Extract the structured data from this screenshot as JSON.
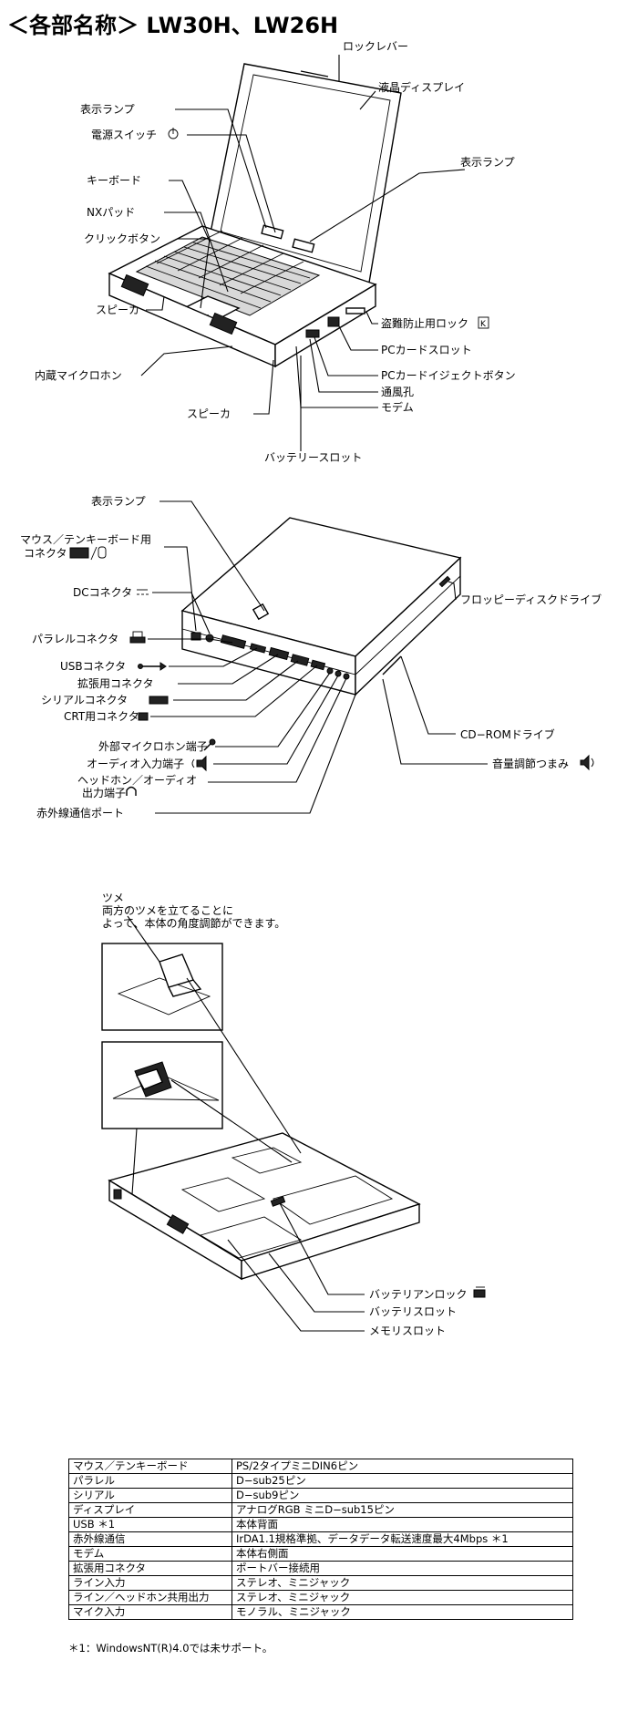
{
  "title": "＜各部名称＞ LW30H、LW26H",
  "figure1": {
    "labels": {
      "lock_lever": "ロックレバー",
      "lcd": "液晶ディスプレイ",
      "indicator_lamp_left": "表示ランプ",
      "power_switch": "電源スイッチ",
      "indicator_lamp_right": "表示ランプ",
      "keyboard": "キーボード",
      "nx_pad": "NXパッド",
      "click_button": "クリックボタン",
      "speaker_left": "スピーカ",
      "security_lock": "盗難防止用ロック",
      "pc_card_slot": "PCカードスロット",
      "pc_card_eject": "PCカードイジェクトボタン",
      "builtin_mic": "内蔵マイクロホン",
      "vent": "通風孔",
      "modem": "モデム",
      "speaker_bottom": "スピーカ",
      "battery_slot": "バッテリースロット"
    }
  },
  "figure2": {
    "labels": {
      "indicator_lamp": "表示ランプ",
      "mouse_connector_line1": "マウス／テンキーボード用",
      "mouse_connector_line2": "コネクタ",
      "dc_connector": "DCコネクタ",
      "floppy": "フロッピーディスクドライブ",
      "parallel": "パラレルコネクタ",
      "usb": "USBコネクタ",
      "expansion": "拡張用コネクタ",
      "serial": "シリアルコネクタ",
      "crt": "CRT用コネクタ",
      "cdrom": "CD−ROMドライブ",
      "volume": "音量調節つまみ",
      "ext_mic": "外部マイクロホン端子",
      "audio_in": "オーディオ入力端子",
      "headphone_line1": "ヘッドホン／オーディオ",
      "headphone_line2": "出力端子",
      "infrared": "赤外線通信ポート"
    }
  },
  "figure3": {
    "labels": {
      "tsume": "ツメ",
      "note_line1": "両方のツメを立てることに",
      "note_line2": "よって、本体の角度調節ができます。",
      "battery_unlock": "バッテリアンロック",
      "battery_slot": "バッテリスロット",
      "memory_slot": "メモリスロット"
    }
  },
  "spec_table": {
    "rows": [
      {
        "item": "マウス／テンキーボード",
        "spec": "PS/2タイプミニDIN6ピン"
      },
      {
        "item": "パラレル",
        "spec": "D−sub25ピン"
      },
      {
        "item": "シリアル",
        "spec": "D−sub9ピン"
      },
      {
        "item": "ディスプレイ",
        "spec": "アナログRGB ミニD−sub15ピン"
      },
      {
        "item": "USB ＊1",
        "spec": "本体背面"
      },
      {
        "item": "赤外線通信",
        "spec": "IrDA1.1規格準拠、データデータ転送速度最大4Mbps ＊1"
      },
      {
        "item": "モデム",
        "spec": "本体右側面"
      },
      {
        "item": "拡張用コネクタ",
        "spec": "ポートバー接続用"
      },
      {
        "item": "ライン入力",
        "spec": "ステレオ、ミニジャック"
      },
      {
        "item": "ライン／ヘッドホン共用出力",
        "spec": "ステレオ、ミニジャック"
      },
      {
        "item": "マイク入力",
        "spec": "モノラル、ミニジャック"
      }
    ]
  },
  "footnote": "＊1：WindowsNT(R)4.0では未サポート。"
}
